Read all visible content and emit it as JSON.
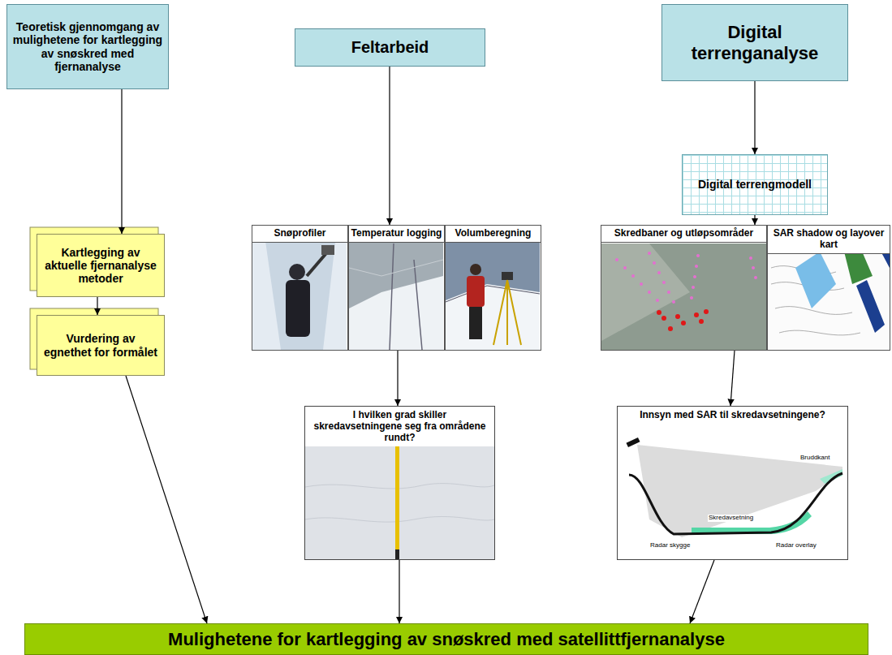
{
  "diagram": {
    "nodes": [
      {
        "text": [
          "Teoretisk gjennomgang av mulighetene for kartlegging av snøskred med fjernanalyse"
        ]
      },
      {
        "text": [
          "Feltarbeid"
        ]
      },
      {
        "text": [
          "Digital terrenganalyse"
        ]
      },
      {
        "text": [
          "Digital terrengmodell"
        ]
      },
      {
        "text": [
          "Kartlegging av aktuelle fjernanalyse metoder"
        ]
      },
      {
        "text": [
          "Snøprofiler"
        ]
      },
      {
        "text": [
          "Temperatur logging"
        ]
      },
      {
        "text": [
          "Volumberegning"
        ]
      },
      {
        "text": [
          "Skredbaner og utløpsområder"
        ]
      },
      {
        "text": [
          "SAR shadow og layover kart"
        ]
      },
      {
        "text": [
          "Vurdering av egnethet for formålet"
        ]
      },
      {
        "text": [
          "I hvilken grad skiller skredavsetningene seg fra områdene rundt?"
        ]
      },
      {
        "text": [
          "Innsyn med SAR til skredavsetningene?"
        ]
      },
      {
        "text": [
          "Mulighetene for kartlegging av snøskred med satellittfjernanalyse"
        ]
      }
    ],
    "edges": [
      {
        "from": 0,
        "to": 4,
        "arrow": "to"
      },
      {
        "from": 4,
        "to": 10,
        "arrow": "to"
      },
      {
        "from": 10,
        "to": 13,
        "arrow": "to"
      },
      {
        "from": 1,
        "to": 6,
        "arrow": "to"
      },
      {
        "from": 6,
        "to": 11,
        "arrow": "to"
      },
      {
        "from": 11,
        "to": 13,
        "arrow": "to"
      },
      {
        "from": 2,
        "to": 3,
        "arrow": "to"
      },
      {
        "from": 3,
        "to": 8,
        "arrow": "to"
      },
      {
        "from": 8,
        "to": 12,
        "arrow": "to"
      },
      {
        "from": 12,
        "to": 13,
        "arrow": "to"
      }
    ],
    "labels": [
      "Bruddkant",
      "Skredavsetning",
      "Radar skygge",
      "Radar overlay"
    ]
  }
}
